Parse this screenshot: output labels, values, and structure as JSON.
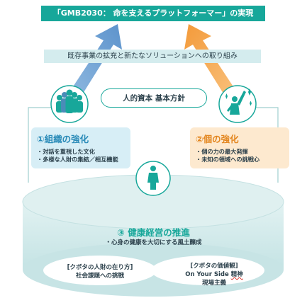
{
  "top_banner": "「GMB2030： 命を支えるプラットフォーマー」の実現",
  "mid_banner": "既存事業の拡充と新たなソリューションへの取り組み",
  "center_pill": "人的資本 基本方針",
  "left_card": {
    "title": "①組織の強化",
    "bullets": [
      "・対話を重視した文化",
      "・多様な人財の集結／相互機能"
    ]
  },
  "right_card": {
    "title": "②個の強化",
    "bullets": [
      "・個の力の最大発揮",
      "・未知の領域への挑戦心"
    ]
  },
  "health": {
    "title": "③ 健康経営の推進",
    "subtitle": "・心身の健康を大切にする風土醸成"
  },
  "ovals": {
    "left": [
      "[クボタの人財の在り方]",
      "社会課題への挑戦"
    ],
    "right_line1": "[クボタの価値観]",
    "right_line2_a": "On Your Side ",
    "right_line2_b": "精神",
    "right_line3": "現場主義"
  },
  "colors": {
    "teal": "#17a79a",
    "blue_arrow": "#7aa9d6",
    "orange_arrow": "#f5b061",
    "cylinder": "#cfe9ea"
  }
}
